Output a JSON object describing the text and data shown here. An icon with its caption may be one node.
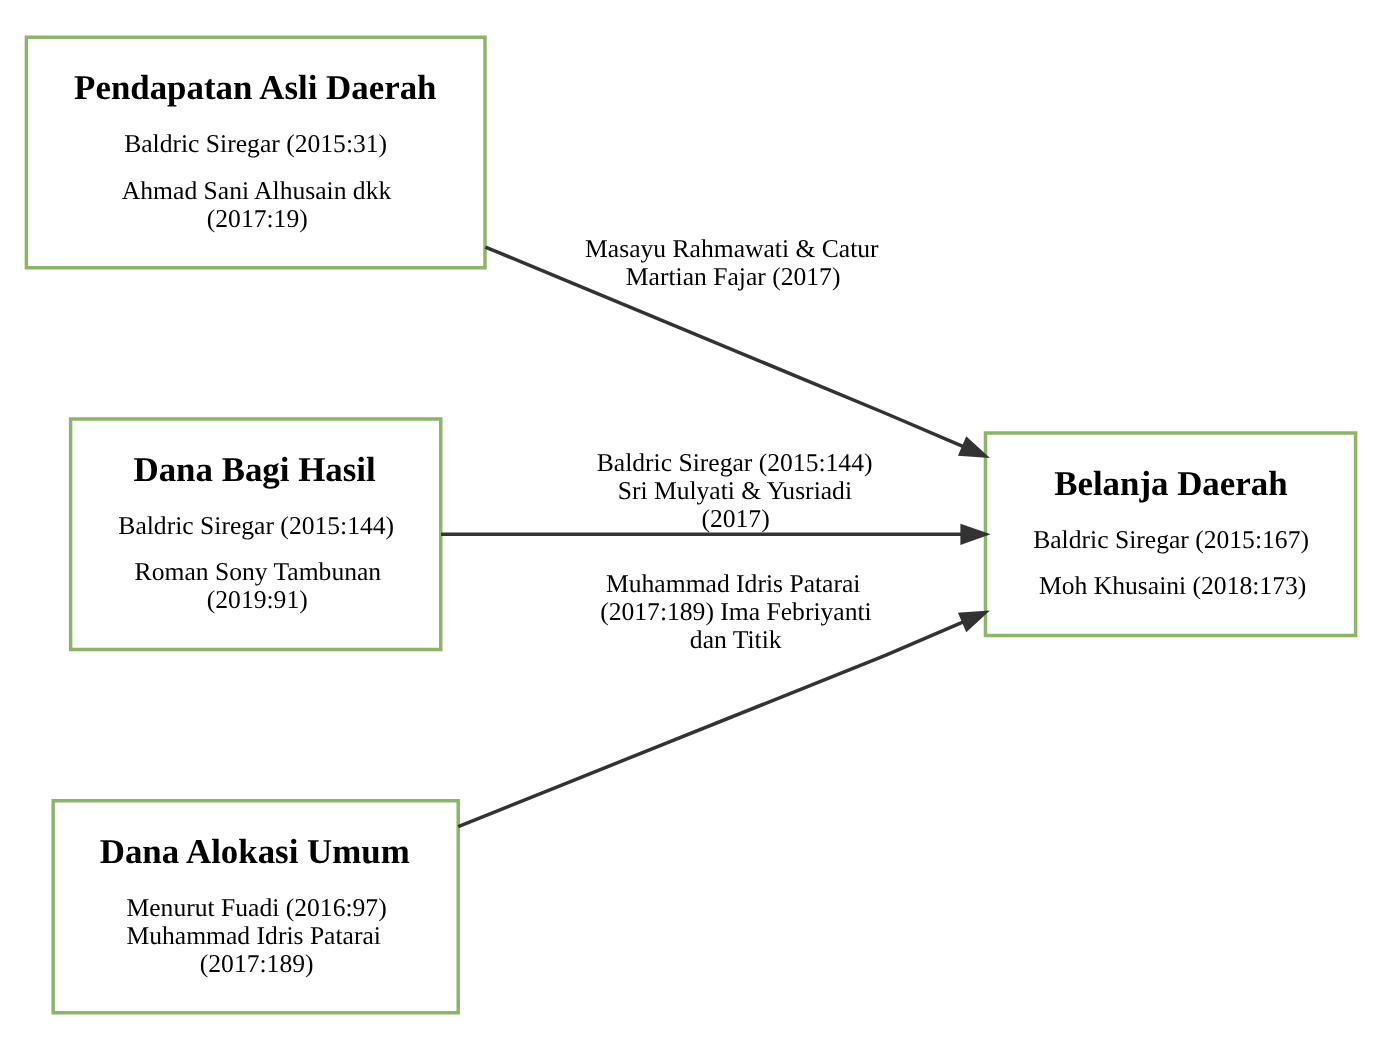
{
  "diagram": {
    "nodes": [
      {
        "text": [
          "Pendapatan Asli Daerah",
          "Baldric Siregar (2015:31)",
          "Ahmad Sani Alhusain dkk (2017:19)"
        ]
      },
      {
        "text": [
          "Dana Bagi Hasil",
          "Baldric Siregar (2015:144)",
          "Roman Sony Tambunan (2019:91)"
        ]
      },
      {
        "text": [
          "Dana Alokasi Umum",
          "Menurut Fuadi (2016:97) Muhammad Idris Patarai (2017:189)"
        ]
      },
      {
        "text": [
          "Belanja Daerah",
          "Baldric Siregar (2015:167)",
          "Moh Khusaini (2018:173)"
        ]
      }
    ],
    "edges": [
      {
        "from": 0,
        "to": 3,
        "arrow": "to",
        "label": "Masayu Rahmawati & Catur Martian Fajar (2017)"
      },
      {
        "from": 1,
        "to": 3,
        "arrow": "to",
        "label": "Baldric Siregar (2015:144) Sri Mulyati & Yusriadi (2017)"
      },
      {
        "from": 2,
        "to": 3,
        "arrow": "to",
        "label": "Muhammad Idris Patarai (2017:189) Ima Febriyanti dan Titik"
      }
    ]
  }
}
